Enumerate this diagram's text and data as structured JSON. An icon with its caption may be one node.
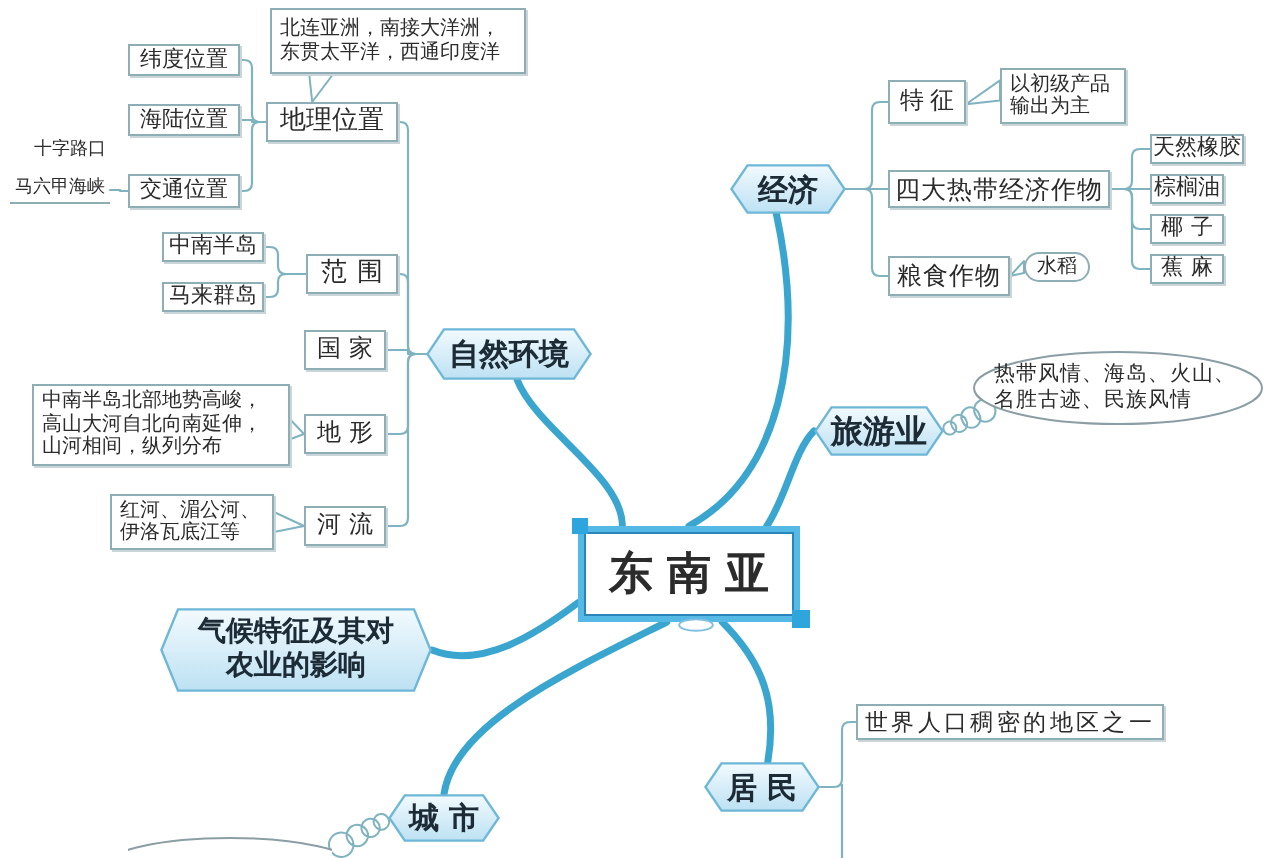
{
  "diagram": {
    "nodes": [
      {
        "text": [
          "东南亚"
        ]
      },
      {
        "text": [
          "自然环境"
        ]
      },
      {
        "text": [
          "地理位置"
        ]
      },
      {
        "text": [
          "北连亚洲，南接大洋洲，东贯太平洋，西通印度洋"
        ]
      },
      {
        "text": [
          "纬度位置"
        ]
      },
      {
        "text": [
          "海陆位置"
        ]
      },
      {
        "text": [
          "交通位置"
        ]
      },
      {
        "text": [
          "马六甲海峡"
        ]
      },
      {
        "text": [
          "范围"
        ]
      },
      {
        "text": [
          "中南半岛"
        ]
      },
      {
        "text": [
          "马来群岛"
        ]
      },
      {
        "text": [
          "国家"
        ]
      },
      {
        "text": [
          "地形"
        ]
      },
      {
        "text": [
          "中南半岛北部地势高峻，高山大河自北向南延伸，山河相间，纵列分布"
        ]
      },
      {
        "text": [
          "河流"
        ]
      },
      {
        "text": [
          "红河、湄公河、伊洛瓦底江等"
        ]
      },
      {
        "text": [
          "经济"
        ]
      },
      {
        "text": [
          "特征"
        ]
      },
      {
        "text": [
          "以初级产品输出为主"
        ]
      },
      {
        "text": [
          "四大热带经济作物"
        ]
      },
      {
        "text": [
          "天然橡胶"
        ]
      },
      {
        "text": [
          "棕榈油"
        ]
      },
      {
        "text": [
          "椰子"
        ]
      },
      {
        "text": [
          "蕉麻"
        ]
      },
      {
        "text": [
          "粮食作物"
        ]
      },
      {
        "text": [
          "水稻"
        ]
      },
      {
        "text": [
          "旅游业"
        ]
      },
      {
        "text": [
          "热带风情、海岛、火山、名胜古迹、民族风情"
        ]
      },
      {
        "text": [
          "气候特征及其对农业的影响"
        ]
      },
      {
        "text": [
          "城市"
        ]
      },
      {
        "text": [],
        "shape": "cloud"
      },
      {
        "text": [
          "居民"
        ]
      },
      {
        "text": [
          "世界人口稠密的地区之一"
        ]
      }
    ],
    "edges": [
      {
        "from": 0,
        "to": 1,
        "arrow": "none",
        "style": "thick",
        "color": "#3aa6cf"
      },
      {
        "from": 1,
        "to": 2,
        "arrow": "none"
      },
      {
        "from": 1,
        "to": 8,
        "arrow": "none"
      },
      {
        "from": 1,
        "to": 11,
        "arrow": "none"
      },
      {
        "from": 1,
        "to": 12,
        "arrow": "none"
      },
      {
        "from": 1,
        "to": 14,
        "arrow": "none"
      },
      {
        "from": 3,
        "to": 2,
        "arrow": "to"
      },
      {
        "from": 2,
        "to": 4,
        "arrow": "none"
      },
      {
        "from": 2,
        "to": 5,
        "arrow": "none"
      },
      {
        "from": 2,
        "to": 6,
        "arrow": "none"
      },
      {
        "from": 6,
        "to": 7,
        "arrow": "none"
      },
      {
        "from": 8,
        "to": 9,
        "arrow": "none"
      },
      {
        "from": 8,
        "to": 10,
        "arrow": "none"
      },
      {
        "from": 13,
        "to": 12,
        "arrow": "to"
      },
      {
        "from": 15,
        "to": 14,
        "arrow": "to"
      },
      {
        "from": 0,
        "to": 16,
        "arrow": "none",
        "style": "thick",
        "color": "#3aa6cf"
      },
      {
        "from": 16,
        "to": 17,
        "arrow": "none"
      },
      {
        "from": 16,
        "to": 19,
        "arrow": "none"
      },
      {
        "from": 16,
        "to": 24,
        "arrow": "none"
      },
      {
        "from": 18,
        "to": 17,
        "arrow": "to"
      },
      {
        "from": 19,
        "to": 20,
        "arrow": "none"
      },
      {
        "from": 19,
        "to": 21,
        "arrow": "none"
      },
      {
        "from": 19,
        "to": 22,
        "arrow": "none"
      },
      {
        "from": 19,
        "to": 23,
        "arrow": "none"
      },
      {
        "from": 25,
        "to": 24,
        "arrow": "to"
      },
      {
        "from": 0,
        "to": 26,
        "arrow": "none",
        "style": "thick",
        "color": "#3aa6cf"
      },
      {
        "from": 26,
        "to": 27,
        "arrow": "none"
      },
      {
        "from": 0,
        "to": 28,
        "arrow": "none",
        "style": "thick",
        "color": "#3aa6cf"
      },
      {
        "from": 0,
        "to": 29,
        "arrow": "none",
        "style": "thick",
        "color": "#3aa6cf"
      },
      {
        "from": 29,
        "to": 30,
        "arrow": "none"
      },
      {
        "from": 0,
        "to": 31,
        "arrow": "none",
        "style": "thick",
        "color": "#3aa6cf"
      },
      {
        "from": 31,
        "to": 32,
        "arrow": "none"
      }
    ],
    "labels": [
      "十字路口"
    ]
  }
}
